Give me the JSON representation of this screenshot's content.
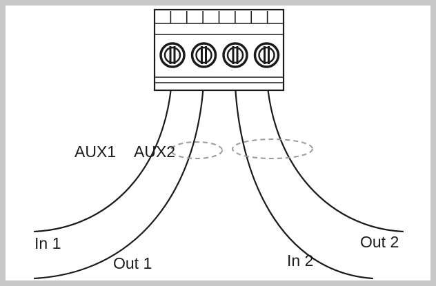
{
  "diagram": {
    "labels": {
      "aux1": "AUX1",
      "aux2": "AUX2",
      "in1": "In 1",
      "out1": "Out 1",
      "in2": "In 2",
      "out2": "Out 2"
    },
    "terminal_count": 4,
    "colors": {
      "line": "#1a1a1a",
      "frame": "#c8c8c8",
      "dashed_loop": "#9a9a9a",
      "background": "#ffffff"
    }
  }
}
